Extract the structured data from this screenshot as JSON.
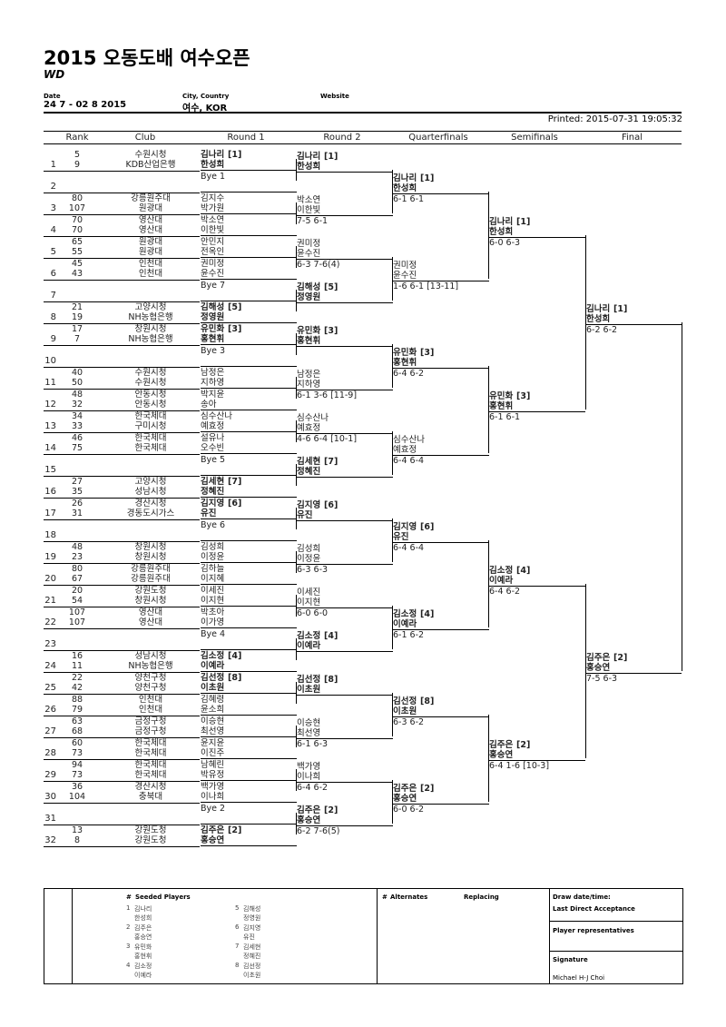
{
  "header": {
    "title": "2015 오동도배 여수오픈",
    "subtitle": "WD",
    "date_label": "Date",
    "date_value": "24 7 - 02 8 2015",
    "city_label": "City, Country",
    "city_value": "여수, KOR",
    "website_label": "Website",
    "printed": "Printed: 2015-07-31 19:05:32"
  },
  "columns": [
    "Rank",
    "Club",
    "Round 1",
    "Round 2",
    "Quarterfinals",
    "Semifinals",
    "Final"
  ],
  "entries": [
    {
      "pos": "1",
      "r1": "5",
      "c1": "수원시청",
      "p1": "김나리",
      "r2": "9",
      "c2": "KDB산업은행",
      "p2": "한성희",
      "seed": "[1]"
    },
    {
      "pos": "2",
      "r1": "",
      "c1": "",
      "p1": "Bye 1",
      "r2": "",
      "c2": "",
      "p2": "",
      "seed": ""
    },
    {
      "pos": "3",
      "r1": "80",
      "c1": "강릉원주대",
      "p1": "김지수",
      "r2": "107",
      "c2": "원광대",
      "p2": "박가원",
      "seed": ""
    },
    {
      "pos": "4",
      "r1": "70",
      "c1": "영산대",
      "p1": "박소연",
      "r2": "70",
      "c2": "영산대",
      "p2": "이한빛",
      "seed": ""
    },
    {
      "pos": "5",
      "r1": "65",
      "c1": "원광대",
      "p1": "안민지",
      "r2": "55",
      "c2": "원광대",
      "p2": "전옥인",
      "seed": ""
    },
    {
      "pos": "6",
      "r1": "45",
      "c1": "인천대",
      "p1": "권미정",
      "r2": "43",
      "c2": "인천대",
      "p2": "윤수진",
      "seed": ""
    },
    {
      "pos": "7",
      "r1": "",
      "c1": "",
      "p1": "Bye 7",
      "r2": "",
      "c2": "",
      "p2": "",
      "seed": ""
    },
    {
      "pos": "8",
      "r1": "21",
      "c1": "고양시청",
      "p1": "김해성",
      "r2": "19",
      "c2": "NH농협은행",
      "p2": "정영원",
      "seed": "[5]"
    },
    {
      "pos": "9",
      "r1": "17",
      "c1": "창원시청",
      "p1": "유민화",
      "r2": "7",
      "c2": "NH농협은행",
      "p2": "홍현휘",
      "seed": "[3]"
    },
    {
      "pos": "10",
      "r1": "",
      "c1": "",
      "p1": "Bye 3",
      "r2": "",
      "c2": "",
      "p2": "",
      "seed": ""
    },
    {
      "pos": "11",
      "r1": "40",
      "c1": "수원시청",
      "p1": "남정은",
      "r2": "50",
      "c2": "수원시청",
      "p2": "지하영",
      "seed": ""
    },
    {
      "pos": "12",
      "r1": "48",
      "c1": "안동시청",
      "p1": "박지윤",
      "r2": "32",
      "c2": "안동시청",
      "p2": "송아",
      "seed": ""
    },
    {
      "pos": "13",
      "r1": "34",
      "c1": "한국체대",
      "p1": "심수산나",
      "r2": "33",
      "c2": "구미시청",
      "p2": "예효정",
      "seed": ""
    },
    {
      "pos": "14",
      "r1": "46",
      "c1": "한국체대",
      "p1": "설유나",
      "r2": "75",
      "c2": "한국체대",
      "p2": "오수빈",
      "seed": ""
    },
    {
      "pos": "15",
      "r1": "",
      "c1": "",
      "p1": "Bye 5",
      "r2": "",
      "c2": "",
      "p2": "",
      "seed": ""
    },
    {
      "pos": "16",
      "r1": "27",
      "c1": "고양시청",
      "p1": "김세현",
      "r2": "35",
      "c2": "성남시청",
      "p2": "정혜진",
      "seed": "[7]"
    },
    {
      "pos": "17",
      "r1": "26",
      "c1": "경산시청",
      "p1": "김지영",
      "r2": "31",
      "c2": "경동도시가스",
      "p2": "유진",
      "seed": "[6]"
    },
    {
      "pos": "18",
      "r1": "",
      "c1": "",
      "p1": "Bye 6",
      "r2": "",
      "c2": "",
      "p2": "",
      "seed": ""
    },
    {
      "pos": "19",
      "r1": "48",
      "c1": "창원시청",
      "p1": "김성희",
      "r2": "23",
      "c2": "창원시청",
      "p2": "이정윤",
      "seed": ""
    },
    {
      "pos": "20",
      "r1": "80",
      "c1": "강릉원주대",
      "p1": "김하늘",
      "r2": "67",
      "c2": "강릉원주대",
      "p2": "이지혜",
      "seed": ""
    },
    {
      "pos": "21",
      "r1": "20",
      "c1": "강원도청",
      "p1": "이세진",
      "r2": "54",
      "c2": "창원시청",
      "p2": "이지현",
      "seed": ""
    },
    {
      "pos": "22",
      "r1": "107",
      "c1": "영산대",
      "p1": "박초아",
      "r2": "107",
      "c2": "영산대",
      "p2": "이가영",
      "seed": ""
    },
    {
      "pos": "23",
      "r1": "",
      "c1": "",
      "p1": "Bye 4",
      "r2": "",
      "c2": "",
      "p2": "",
      "seed": ""
    },
    {
      "pos": "24",
      "r1": "16",
      "c1": "성남시청",
      "p1": "김소정",
      "r2": "11",
      "c2": "NH농협은행",
      "p2": "이예라",
      "seed": "[4]"
    },
    {
      "pos": "25",
      "r1": "22",
      "c1": "양천구청",
      "p1": "김선정",
      "r2": "42",
      "c2": "양천구청",
      "p2": "이초원",
      "seed": "[8]"
    },
    {
      "pos": "26",
      "r1": "88",
      "c1": "인천대",
      "p1": "김혜령",
      "r2": "79",
      "c2": "인천대",
      "p2": "윤소희",
      "seed": ""
    },
    {
      "pos": "27",
      "r1": "63",
      "c1": "금정구청",
      "p1": "이승현",
      "r2": "68",
      "c2": "금정구청",
      "p2": "최선영",
      "seed": ""
    },
    {
      "pos": "28",
      "r1": "60",
      "c1": "한국체대",
      "p1": "윤지윤",
      "r2": "73",
      "c2": "한국체대",
      "p2": "이진주",
      "seed": ""
    },
    {
      "pos": "29",
      "r1": "94",
      "c1": "한국체대",
      "p1": "남혜린",
      "r2": "73",
      "c2": "한국체대",
      "p2": "박유정",
      "seed": ""
    },
    {
      "pos": "30",
      "r1": "36",
      "c1": "경산시청",
      "p1": "백가영",
      "r2": "104",
      "c2": "충북대",
      "p2": "이나희",
      "seed": ""
    },
    {
      "pos": "31",
      "r1": "",
      "c1": "",
      "p1": "Bye 2",
      "r2": "",
      "c2": "",
      "p2": "",
      "seed": ""
    },
    {
      "pos": "32",
      "r1": "13",
      "c1": "강원도청",
      "p1": "김주은",
      "r2": "8",
      "c2": "강원도청",
      "p2": "홍승연",
      "seed": "[2]"
    }
  ],
  "round2": [
    {
      "p1": "김나리",
      "p2": "한성희",
      "seed": "[1]",
      "score": ""
    },
    {
      "p1": "박소연",
      "p2": "이한빛",
      "seed": "",
      "score": "7-5 6-1"
    },
    {
      "p1": "권미정",
      "p2": "윤수진",
      "seed": "",
      "score": "6-3 7-6(4)"
    },
    {
      "p1": "김해성",
      "p2": "정영원",
      "seed": "[5]",
      "score": ""
    },
    {
      "p1": "유민화",
      "p2": "홍현휘",
      "seed": "[3]",
      "score": ""
    },
    {
      "p1": "남정은",
      "p2": "지하영",
      "seed": "",
      "score": "6-1 3-6 [11-9]"
    },
    {
      "p1": "심수산나",
      "p2": "예효정",
      "seed": "",
      "score": "4-6 6-4 [10-1]"
    },
    {
      "p1": "김세현",
      "p2": "정혜진",
      "seed": "[7]",
      "score": ""
    },
    {
      "p1": "김지영",
      "p2": "유진",
      "seed": "[6]",
      "score": ""
    },
    {
      "p1": "김성희",
      "p2": "이정윤",
      "seed": "",
      "score": "6-3 6-3"
    },
    {
      "p1": "이세진",
      "p2": "이지현",
      "seed": "",
      "score": "6-0 6-0"
    },
    {
      "p1": "김소정",
      "p2": "이예라",
      "seed": "[4]",
      "score": ""
    },
    {
      "p1": "김선정",
      "p2": "이초원",
      "seed": "[8]",
      "score": ""
    },
    {
      "p1": "이승현",
      "p2": "최선영",
      "seed": "",
      "score": "6-1 6-3"
    },
    {
      "p1": "백가영",
      "p2": "이나희",
      "seed": "",
      "score": "6-4 6-2"
    },
    {
      "p1": "김주은",
      "p2": "홍승연",
      "seed": "[2]",
      "score": "6-2 7-6(5)"
    }
  ],
  "quarterfinals": [
    {
      "p1": "김나리",
      "p2": "한성희",
      "seed": "[1]",
      "score": "6-1 6-1"
    },
    {
      "p1": "권미정",
      "p2": "윤수진",
      "seed": "",
      "score": "1-6 6-1 [13-11]"
    },
    {
      "p1": "유민화",
      "p2": "홍현휘",
      "seed": "[3]",
      "score": "6-4 6-2"
    },
    {
      "p1": "심수산나",
      "p2": "예효정",
      "seed": "",
      "score": "6-4 6-4"
    },
    {
      "p1": "김지영",
      "p2": "유진",
      "seed": "[6]",
      "score": "6-4 6-4"
    },
    {
      "p1": "김소정",
      "p2": "이예라",
      "seed": "[4]",
      "score": "6-1 6-2"
    },
    {
      "p1": "김선정",
      "p2": "이초원",
      "seed": "[8]",
      "score": "6-3 6-2"
    },
    {
      "p1": "김주은",
      "p2": "홍승연",
      "seed": "[2]",
      "score": "6-0 6-2"
    }
  ],
  "semifinals": [
    {
      "p1": "김나리",
      "p2": "한성희",
      "seed": "[1]",
      "score": "6-0 6-3"
    },
    {
      "p1": "유민화",
      "p2": "홍현휘",
      "seed": "[3]",
      "score": "6-1 6-1"
    },
    {
      "p1": "김소정",
      "p2": "이예라",
      "seed": "[4]",
      "score": "6-4 6-2"
    },
    {
      "p1": "김주은",
      "p2": "홍승연",
      "seed": "[2]",
      "score": "6-4 1-6 [10-3]"
    }
  ],
  "final": [
    {
      "p1": "김나리",
      "p2": "한성희",
      "seed": "[1]",
      "score": "6-2 6-2"
    },
    {
      "p1": "김주은",
      "p2": "홍승연",
      "seed": "[2]",
      "score": "7-5 6-3"
    }
  ],
  "footer": {
    "seeded_label": "Seeded Players",
    "alternates_label": "Alternates",
    "replacing_label": "Replacing",
    "hash": "#",
    "seeds": [
      {
        "n": "1",
        "a": "김나리",
        "b": "한성희"
      },
      {
        "n": "2",
        "a": "김주은",
        "b": "홍승연"
      },
      {
        "n": "3",
        "a": "유민화",
        "b": "홍현휘"
      },
      {
        "n": "4",
        "a": "김소정",
        "b": "이예라"
      },
      {
        "n": "5",
        "a": "김해성",
        "b": "정영원"
      },
      {
        "n": "6",
        "a": "김지영",
        "b": "유진"
      },
      {
        "n": "7",
        "a": "김세현",
        "b": "정혜진"
      },
      {
        "n": "8",
        "a": "김선정",
        "b": "이초원"
      }
    ],
    "draw_date": "Draw date/time:",
    "last_direct": "Last Direct Acceptance",
    "player_reps": "Player representatives",
    "signature": "Signature",
    "signer": "Michael H-J Choi"
  }
}
